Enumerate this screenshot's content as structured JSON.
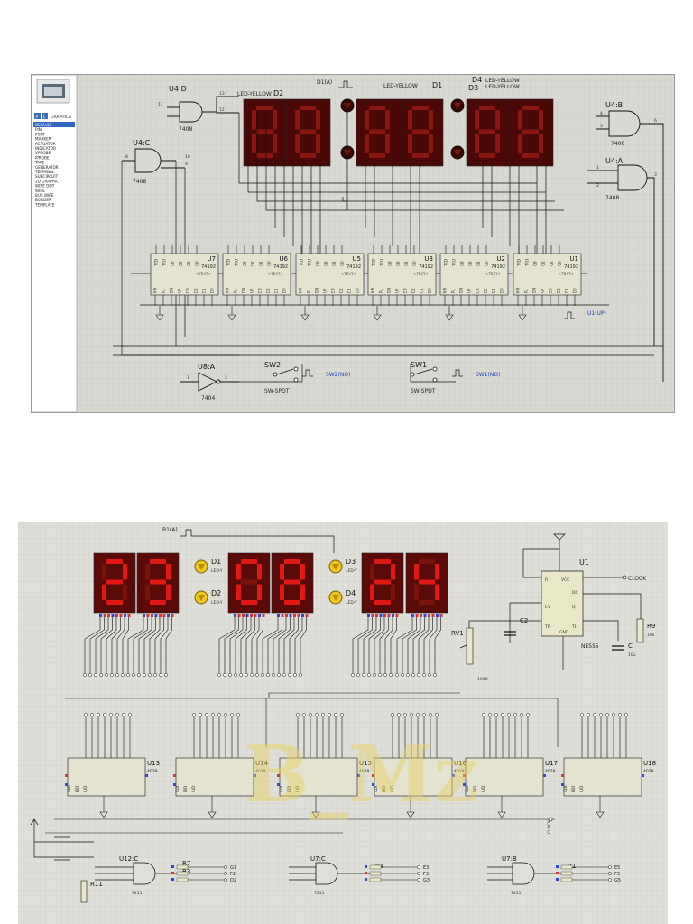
{
  "top": {
    "sidebar": {
      "tools": [
        "P",
        "L"
      ],
      "tab": "GRAPHICS",
      "items": [
        "DEFAULT",
        "PIN",
        "PORT",
        "MARKER",
        "ACTUATOR",
        "INDICATOR",
        "VPROBE",
        "IPROBE",
        "TAPE",
        "GENERATOR",
        "TERMINAL",
        "SUBCIRCUIT",
        "2D GRAPHIC",
        "WIRE DOT",
        "WIRE",
        "BUS WIPE",
        "BORDER",
        "TEMPLATE"
      ]
    },
    "gates": [
      {
        "id": "U4:D",
        "type": "7408",
        "pins": [
          "11",
          "12",
          "13"
        ]
      },
      {
        "id": "U4:C",
        "type": "7408",
        "pins": [
          "8",
          "9",
          "10"
        ]
      },
      {
        "id": "U4:B",
        "type": "7408",
        "pins": [
          "4",
          "5",
          "6"
        ]
      },
      {
        "id": "U4:A",
        "type": "7408",
        "pins": [
          "1",
          "2",
          "3"
        ]
      },
      {
        "id": "U8:A",
        "type": "7404",
        "pins": [
          "1",
          "2"
        ]
      }
    ],
    "displays": [
      {
        "id": "D2",
        "label": "LED-YELLOW",
        "value": "88"
      },
      {
        "id": "D1",
        "label": "LED-YELLOW",
        "value": "88"
      },
      {
        "id": "D3",
        "label": "LED-YELLOW",
        "value": "88"
      },
      {
        "id": "D4",
        "label": "LED-YELLOW"
      }
    ],
    "gen_labels": [
      "D1(A)",
      "U1(UP)",
      "SW2(NO)",
      "SW1(NO)"
    ],
    "counters": [
      {
        "id": "U7",
        "type": "74192"
      },
      {
        "id": "U6",
        "type": "74192"
      },
      {
        "id": "U5",
        "type": "74192"
      },
      {
        "id": "U3",
        "type": "74192"
      },
      {
        "id": "U2",
        "type": "74192"
      },
      {
        "id": "U1",
        "type": "74192"
      }
    ],
    "counter_pins_top": [
      "TCD",
      "TCU",
      "Q3",
      "Q2",
      "Q1",
      "Q0"
    ],
    "counter_pins_bottom": [
      "MR",
      "PL",
      "DN",
      "UP",
      "D3",
      "D2",
      "D1",
      "D0"
    ],
    "switches": [
      {
        "id": "SW2",
        "type": "SW-SPDT"
      },
      {
        "id": "SW1",
        "type": "SW-SPDT"
      }
    ],
    "text_placeholder": "<TEXT>"
  },
  "bottom": {
    "digits": [
      "2",
      "3",
      "0",
      "8",
      "2",
      "4"
    ],
    "gen_label": "B1(A)",
    "leds": [
      {
        "id": "D1"
      },
      {
        "id": "D2"
      },
      {
        "id": "D3"
      },
      {
        "id": "D4"
      }
    ],
    "led_type": "LED-Y",
    "timer": {
      "id": "U1",
      "type": "NE555",
      "pins": [
        "R",
        "VCC",
        "DC",
        "CV",
        "TH",
        "TR",
        "GND",
        "Q"
      ],
      "pin_nums": [
        "4",
        "8",
        "7",
        "5",
        "6",
        "2",
        "1",
        "3"
      ]
    },
    "clock_label": "CLOCK",
    "clock_label2": "CLOCK",
    "rv1": {
      "id": "RV1",
      "value": "100K"
    },
    "c2": {
      "id": "C2"
    },
    "c_main": {
      "id": "C",
      "value": "10u"
    },
    "r9": {
      "id": "R9",
      "value": "10k"
    },
    "counters": [
      {
        "id": "U13",
        "type": "4029"
      },
      {
        "id": "U14",
        "type": "4029"
      },
      {
        "id": "U15",
        "type": "4029"
      },
      {
        "id": "U16",
        "type": "4029"
      },
      {
        "id": "U17",
        "type": "4029"
      },
      {
        "id": "U18",
        "type": "4029"
      }
    ],
    "counter_pins": [
      "CLK",
      "B/D",
      "U/D",
      "CI",
      "CO",
      "Q0",
      "Q1",
      "Q2",
      "Q3"
    ],
    "bottom_gates": [
      {
        "id": "U12:C",
        "type": "7411"
      },
      {
        "id": "U7:C",
        "type": "7411"
      },
      {
        "id": "U7:B",
        "type": "7411"
      }
    ],
    "resistors": [
      "R7",
      "R3",
      "R4",
      "R1",
      "R11"
    ],
    "outputs": [
      [
        "G1",
        "F2",
        "D2"
      ],
      [
        "E3",
        "F3",
        "G3"
      ],
      [
        "E5",
        "F5",
        "G5"
      ]
    ],
    "watermark": "B_Mz",
    "text_placeholder": "<TEXT>"
  },
  "colors": {
    "segment_on": "#e01a12",
    "display_body": "#5a0b08",
    "canvas": "#d9d9d3",
    "wire": "#101010"
  }
}
